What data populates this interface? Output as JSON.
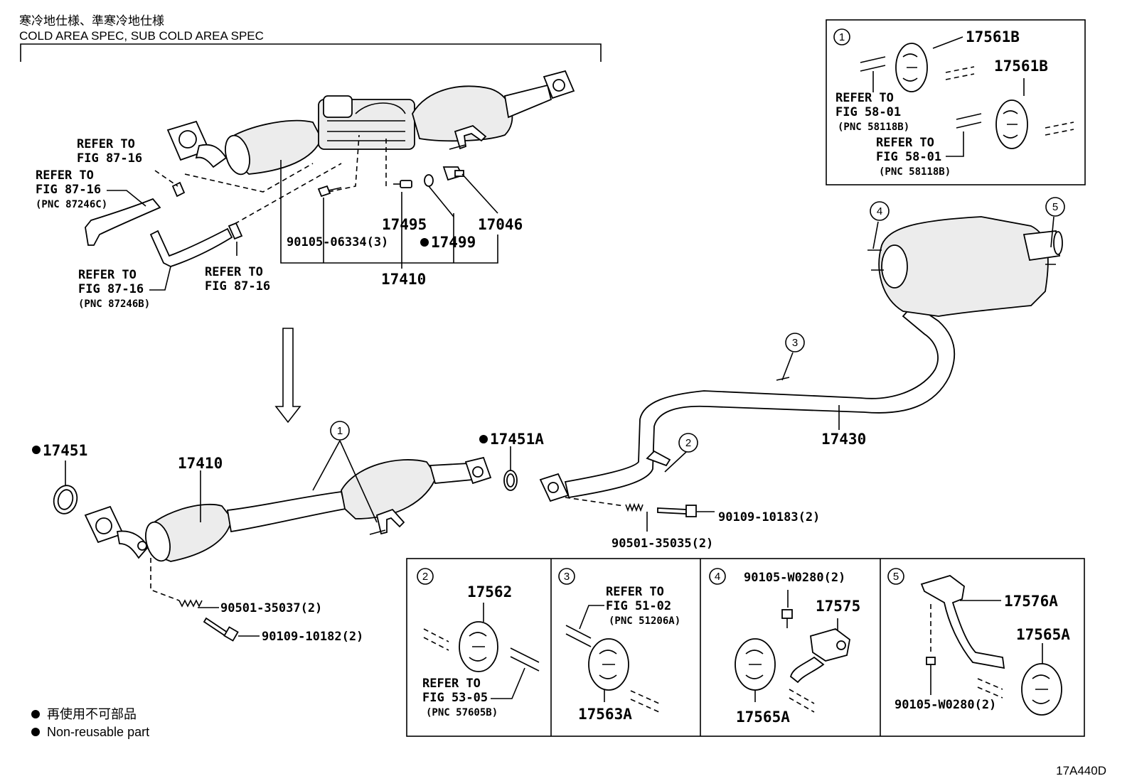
{
  "header": {
    "spec_jp": "寒冷地仕様、準寒冷地仕様",
    "spec_en": "COLD AREA SPEC, SUB COLD AREA SPEC"
  },
  "upper": {
    "refs": [
      {
        "line1": "REFER TO",
        "line2": "FIG 87-16",
        "pnc": ""
      },
      {
        "line1": "REFER TO",
        "line2": "FIG 87-16",
        "pnc": "(PNC 87246C)"
      },
      {
        "line1": "REFER TO",
        "line2": "FIG 87-16",
        "pnc": "(PNC 87246B)"
      },
      {
        "line1": "REFER TO",
        "line2": "FIG 87-16",
        "pnc": ""
      }
    ],
    "parts": {
      "bolt": "90105-06334(3)",
      "p17495": "17495",
      "p17499": "17499",
      "p17046": "17046",
      "p17410": "17410"
    }
  },
  "lower": {
    "p17451": "17451",
    "p17410": "17410",
    "p17451a": "17451A",
    "p17430": "17430",
    "spring1": "90501-35037(2)",
    "bolt1": "90109-10182(2)",
    "spring2": "90501-35035(2)",
    "bolt2": "90109-10183(2)"
  },
  "callouts": [
    "1",
    "2",
    "3",
    "4",
    "5"
  ],
  "inset1": {
    "num": "1",
    "part_a": "17561B",
    "part_b": "17561B",
    "ref_a": {
      "line1": "REFER TO",
      "line2": "FIG 58-01",
      "pnc": "(PNC 58118B)"
    },
    "ref_b": {
      "line1": "REFER TO",
      "line2": "FIG 58-01",
      "pnc": "(PNC 58118B)"
    }
  },
  "inset2": {
    "num": "2",
    "part": "17562",
    "ref": {
      "line1": "REFER TO",
      "line2": "FIG 53-05",
      "pnc": "(PNC 57605B)"
    }
  },
  "inset3": {
    "num": "3",
    "part": "17563A",
    "ref": {
      "line1": "REFER TO",
      "line2": "FIG 51-02",
      "pnc": "(PNC 51206A)"
    }
  },
  "inset4": {
    "num": "4",
    "bolt": "90105-W0280(2)",
    "p17575": "17575",
    "p17565a": "17565A"
  },
  "inset5": {
    "num": "5",
    "p17576a": "17576A",
    "p17565a": "17565A",
    "bolt": "90105-W0280(2)"
  },
  "legend": {
    "jp": "再使用不可部品",
    "en": "Non-reusable part"
  },
  "figure_id": "17A440D"
}
